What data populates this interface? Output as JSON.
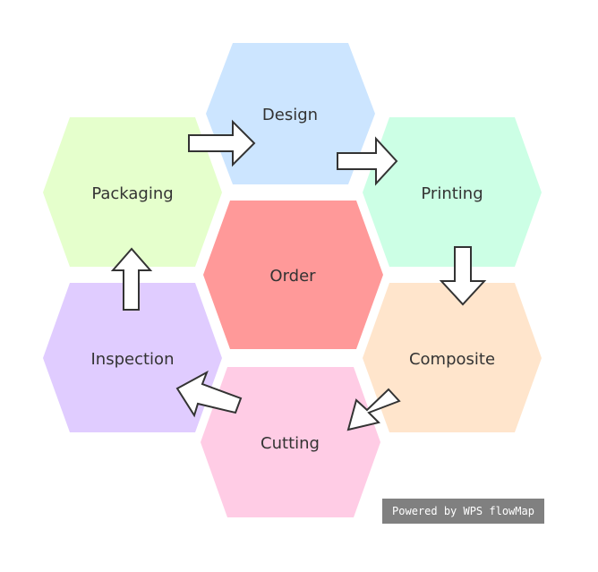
{
  "diagram": {
    "center": {
      "label": "Order",
      "color": "#ff9999"
    },
    "steps": [
      {
        "key": "design",
        "label": "Design",
        "color": "#cce5ff"
      },
      {
        "key": "printing",
        "label": "Printing",
        "color": "#ccffe5"
      },
      {
        "key": "composite",
        "label": "Composite",
        "color": "#ffe5cc"
      },
      {
        "key": "cutting",
        "label": "Cutting",
        "color": "#ffcce5"
      },
      {
        "key": "inspection",
        "label": "Inspection",
        "color": "#e0ccff"
      },
      {
        "key": "packaging",
        "label": "Packaging",
        "color": "#e5ffcc"
      }
    ],
    "flow": [
      {
        "from": "Packaging",
        "to": "Design"
      },
      {
        "from": "Design",
        "to": "Printing"
      },
      {
        "from": "Printing",
        "to": "Composite"
      },
      {
        "from": "Composite",
        "to": "Cutting"
      },
      {
        "from": "Cutting",
        "to": "Inspection"
      },
      {
        "from": "Inspection",
        "to": "Packaging"
      }
    ]
  },
  "watermark": {
    "text": "Powered by WPS flowMap"
  }
}
